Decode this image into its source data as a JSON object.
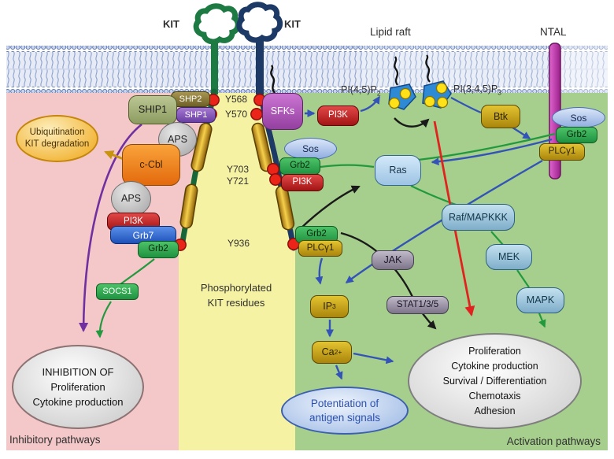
{
  "membrane": {
    "kit_left_label": "KIT",
    "kit_right_label": "KIT",
    "lipid_raft_label": "Lipid raft",
    "ntal_label": "NTAL"
  },
  "regions": {
    "inhibitory_label": "Inhibitory pathways",
    "activation_label": "Activation pathways",
    "phospho_line1": "Phosphorylated",
    "phospho_line2": "KIT residues",
    "colors": {
      "inhibitory": "#f4c7c9",
      "phospho": "#f6f2a3",
      "activation": "#a6cf8d"
    }
  },
  "residues": {
    "y568": "Y568",
    "y570": "Y570",
    "y703": "Y703",
    "y721": "Y721",
    "y936": "Y936"
  },
  "lipids": {
    "pip2_base": "PI(4,5)P",
    "pip2_sub": "2",
    "pip3_base": "PI(3,4,5)P",
    "pip3_sub": "3"
  },
  "nodes": {
    "shp2": "SHP2",
    "ship1": "SHIP1",
    "shp1": "SHP1",
    "aps_upper": "APS",
    "aps_lower": "APS",
    "c_cbl": "c-Cbl",
    "pi3k_left": "PI3K",
    "grb7": "Grb7",
    "grb2_left": "Grb2",
    "socs1": "SOCS1",
    "sfks": "SFKs",
    "pi3k_top": "PI3K",
    "btk": "Btk",
    "sos_mid": "Sos",
    "grb2_mid": "Grb2",
    "pi3k_mid": "PI3K",
    "grb2_y936": "Grb2",
    "plcg1_y936": "PLCγ1",
    "sos_ntal": "Sos",
    "grb2_ntal": "Grb2",
    "plcg1_ntal": "PLCγ1",
    "ras": "Ras",
    "raf": "Raf/MAPKKK",
    "mek": "MEK",
    "mapk": "MAPK",
    "jak": "JAK",
    "stat": "STAT1/3/5",
    "ip3_base": "IP",
    "ip3_sub": "3",
    "ca_base": "Ca",
    "ca_sup": "2+"
  },
  "ellipses": {
    "ubiquitination": {
      "line1": "Ubiquitination",
      "line2": "KIT degradation"
    },
    "inhibition": {
      "line1": "INHIBITION OF",
      "line2": "Proliferation",
      "line3": "Cytokine production"
    },
    "potentiation": {
      "line1": "Potentiation of",
      "line2": "antigen signals"
    },
    "outcomes": {
      "line1": "Proliferation",
      "line2": "Cytokine production",
      "line3": "Survival / Differentiation",
      "line4": "Chemotaxis",
      "line5": "Adhesion"
    }
  },
  "arrow_colors": {
    "activation_green": "#23993f",
    "signal_blue": "#3353b8",
    "inhibition_purple": "#7030a0",
    "direct_red": "#e0231e",
    "ubiquitin_gold": "#c8930f",
    "black": "#1a1a1a"
  }
}
